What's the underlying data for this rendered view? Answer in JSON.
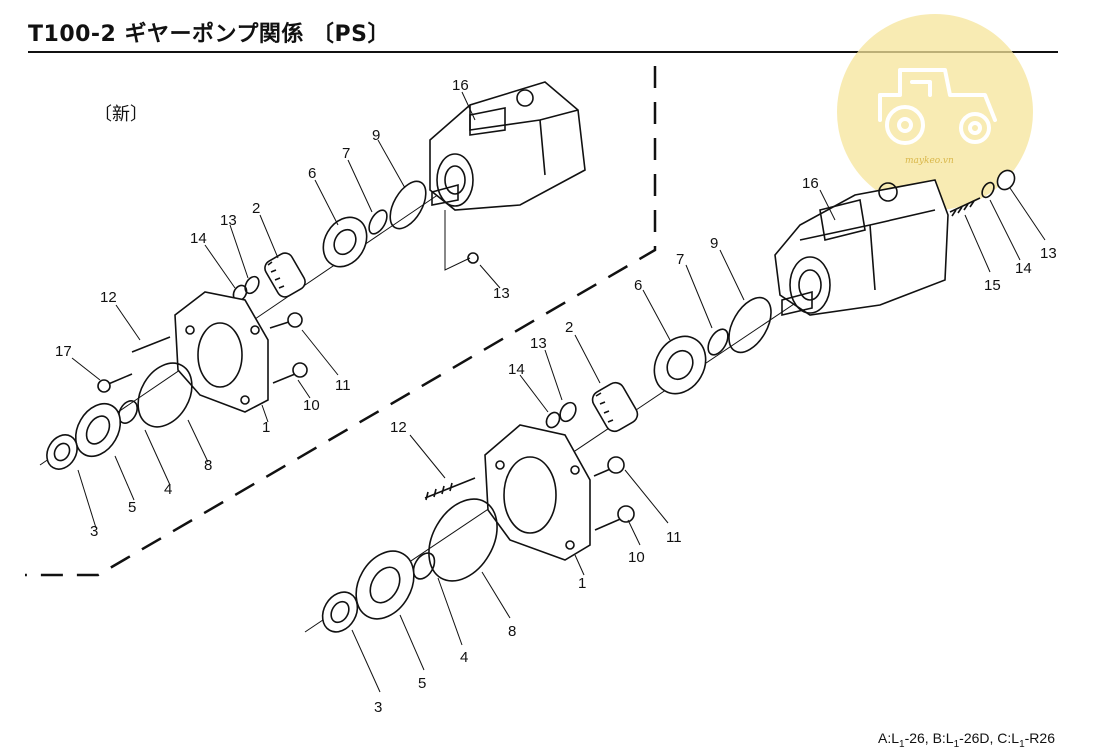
{
  "title": "T100-2 ギヤーポンプ関係 〔PS〕",
  "variant_label": "〔新〕",
  "footer": {
    "a": "A:L",
    "a_sub": "1",
    "a_rest": "-26,",
    "b": "B:L",
    "b_sub": "1",
    "b_rest": "-26D,",
    "c": "C:L",
    "c_sub": "1",
    "c_rest": "-R26"
  },
  "watermark": {
    "text": "maykeo.vn",
    "color": "#f5e49a",
    "icon": "tractor-logo-icon"
  },
  "callouts_upper": [
    "16",
    "9",
    "7",
    "6",
    "2",
    "13",
    "14",
    "12",
    "17",
    "11",
    "10",
    "1",
    "8",
    "4",
    "5",
    "3",
    "13"
  ],
  "callouts_lower": [
    "16",
    "15",
    "14",
    "13",
    "9",
    "7",
    "6",
    "2",
    "13",
    "14",
    "12",
    "11",
    "10",
    "1",
    "8",
    "4",
    "5",
    "3"
  ]
}
